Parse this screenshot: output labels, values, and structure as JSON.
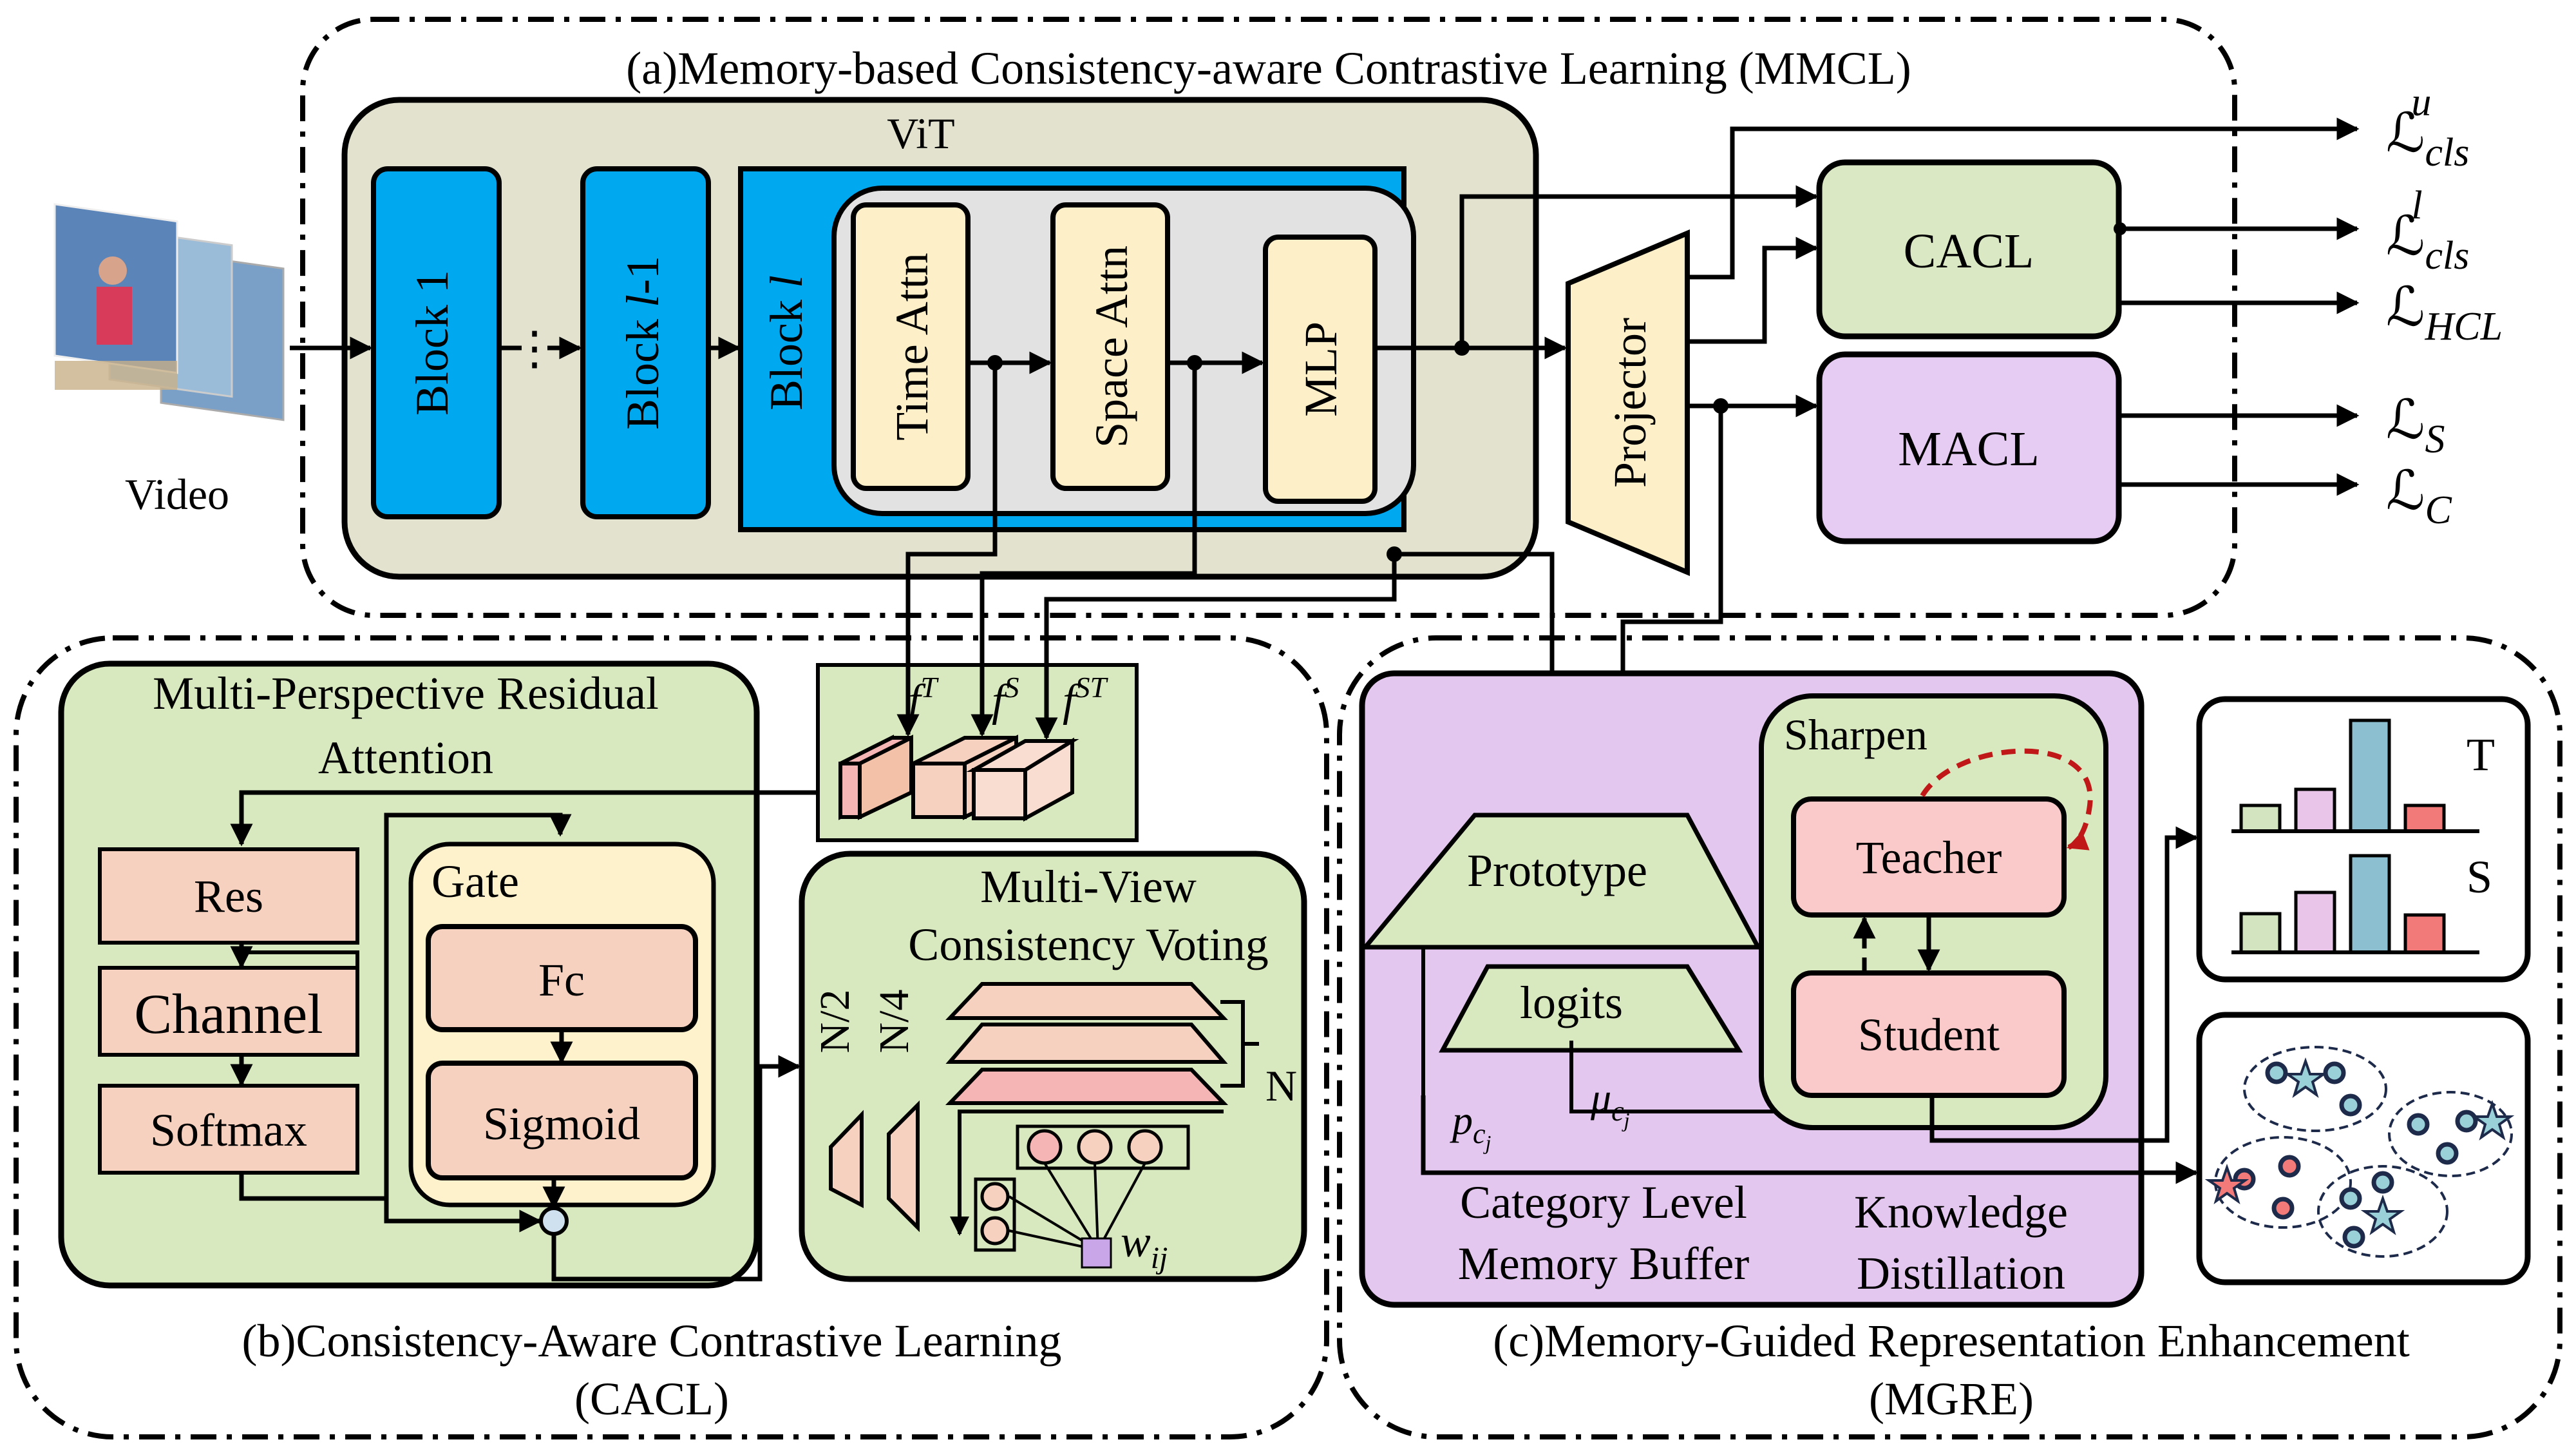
{
  "mmcl": {
    "title": "(a)Memory-based Consistency-aware Contrastive Learning (MMCL)",
    "vit_label": "ViT",
    "block1": "Block  1",
    "block_l_minus_1": "Block  l-1",
    "block_l": "Block  l",
    "time_attn": "Time Attn",
    "space_attn": "Space Attn",
    "mlp": "MLP",
    "projector": "Projector",
    "cacl": "CACL",
    "macl": "MACL",
    "video_label": "Video"
  },
  "losses": {
    "l_cls_u": {
      "base": "ℒ",
      "sub": "cls",
      "sup": "u"
    },
    "l_cls_l": {
      "base": "ℒ",
      "sub": "cls",
      "sup": "l"
    },
    "l_hcl": {
      "base": "ℒ",
      "sub": "HCL"
    },
    "l_s": {
      "base": "ℒ",
      "sub": "S"
    },
    "l_c": {
      "base": "ℒ",
      "sub": "C"
    }
  },
  "features": {
    "f_t": {
      "base": "f",
      "sup": "T"
    },
    "f_s": {
      "base": "f",
      "sup": "S"
    },
    "f_st": {
      "base": "f",
      "sup": "ST"
    }
  },
  "cacl": {
    "title_line1": "(b)Consistency-Aware Contrastive Learning",
    "title_line2": "(CACL)",
    "mpra_line1": "Multi-Perspective Residual",
    "mpra_line2": "Attention",
    "res": "Res",
    "channel": "Channel",
    "softmax": "Softmax",
    "gate": "Gate",
    "fc": "Fc",
    "sigmoid": "Sigmoid",
    "mvcv_line1": "Multi-View",
    "mvcv_line2": "Consistency Voting",
    "n_half": "N/2",
    "n_quarter": "N/4",
    "n_label": "N",
    "w_ij": {
      "base": "w",
      "sub": "ij"
    }
  },
  "mgre": {
    "title_line1": "(c)Memory-Guided Representation Enhancement",
    "title_line2": "(MGRE)",
    "prototype": "Prototype",
    "logits": "logits",
    "p_cj": {
      "base": "p",
      "sub": "c",
      "subsub": "j"
    },
    "mu_cj": {
      "base": "μ",
      "sub": "c",
      "subsub": "j"
    },
    "cat_line1": "Category Level",
    "cat_line2": "Memory Buffer",
    "sharpen": "Sharpen",
    "teacher": "Teacher",
    "student": "Student",
    "kd_line1": "Knowledge",
    "kd_line2": "Distillation",
    "hist_t": "T",
    "hist_s": "S"
  },
  "colors": {
    "vit_bg": "#e2e2cf",
    "block_blue": "#00a8f0",
    "inner_gray": "#e2e2e2",
    "attn_cream": "#fdf0c8",
    "cacl_green": "#dbe8c4",
    "macl_purple": "#e6ccf2",
    "panel_green": "#d9e9bf",
    "salmon": "#f7d1bf",
    "gate_cream": "#fdf2cc",
    "teacher_pink": "#fac9c9",
    "mgre_purple": "#e4c7ee",
    "bar_blue": "#8cc0d0",
    "bar_pink": "#e9c5ea",
    "bar_green": "#d2e4c0",
    "bar_red": "#f27a78",
    "dashed_red": "#c01818"
  }
}
